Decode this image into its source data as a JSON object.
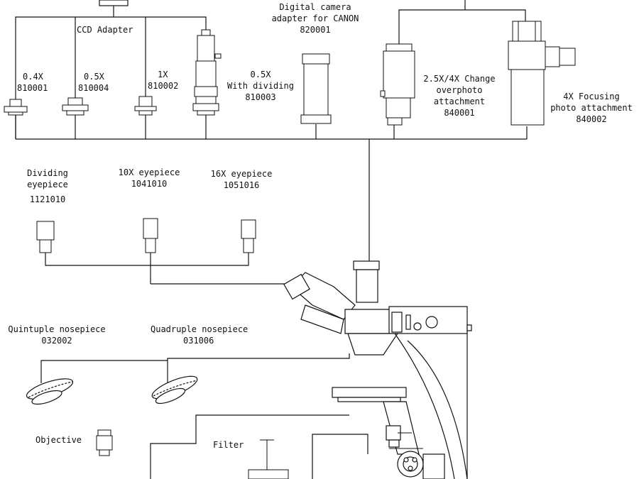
{
  "labels": {
    "ccd_adapter": "CCD Adapter",
    "adapter_04x": {
      "name": "0.4X",
      "code": "810001"
    },
    "adapter_05x": {
      "name": "0.5X",
      "code": "810004"
    },
    "adapter_1x": {
      "name": "1X",
      "code": "810002"
    },
    "adapter_05x_dividing": {
      "line1": "0.5X",
      "line2": "With dividing",
      "code": "810003"
    },
    "canon_adapter": {
      "line1": "Digital camera",
      "line2": "adapter for CANON",
      "code": "820001"
    },
    "change_overphoto": {
      "line1": "2.5X/4X Change",
      "line2": "overphoto",
      "line3": "attachment",
      "code": "840001"
    },
    "focusing_photo": {
      "line1": "4X Focusing",
      "line2": "photo attachment",
      "code": "840002"
    },
    "dividing_eyepiece": {
      "line1": "Dividing",
      "line2": "eyepiece",
      "code": "1121010"
    },
    "eyepiece_10x": {
      "name": "10X eyepiece",
      "code": "1041010"
    },
    "eyepiece_16x": {
      "name": "16X eyepiece",
      "code": "1051016"
    },
    "quintuple_nosepiece": {
      "name": "Quintuple nosepiece",
      "code": "032002"
    },
    "quadruple_nosepiece": {
      "name": "Quadruple nosepiece",
      "code": "031006"
    },
    "objective": "Objective",
    "filter": "Filter"
  }
}
